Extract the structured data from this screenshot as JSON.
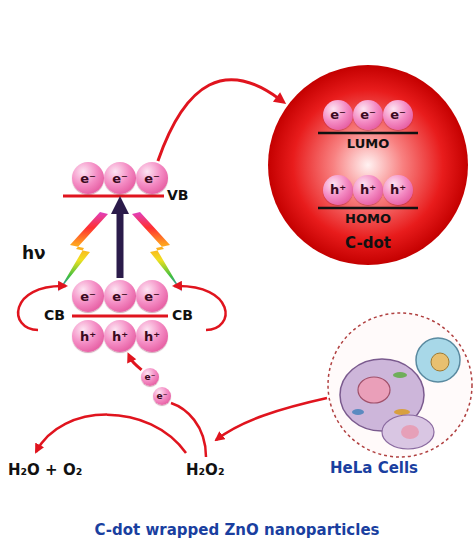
{
  "diagram": {
    "caption": "C-dot wrapped ZnO nanoparticles",
    "nodes": [
      {
        "text": [
          "e⁻"
        ]
      },
      {
        "text": [
          "e⁻"
        ]
      },
      {
        "text": [
          "e⁻"
        ]
      },
      {
        "text": [
          "C-dot"
        ]
      },
      {
        "text": [
          "e⁻"
        ],
        "in": 3
      },
      {
        "text": [
          "e⁻"
        ],
        "in": 3
      },
      {
        "text": [
          "e⁻"
        ],
        "in": 3
      },
      {
        "text": [
          "h⁺"
        ],
        "in": 3
      },
      {
        "text": [
          "h⁺"
        ],
        "in": 3
      },
      {
        "text": [
          "h⁺"
        ],
        "in": 3
      },
      {
        "text": [
          "e⁻"
        ]
      },
      {
        "text": [
          "e⁻"
        ]
      },
      {
        "text": [
          "e⁻"
        ]
      },
      {
        "text": [
          "h⁺"
        ]
      },
      {
        "text": [
          "h⁺"
        ]
      },
      {
        "text": [
          "h⁺"
        ]
      },
      {
        "text": [
          "e⁻"
        ]
      },
      {
        "text": [
          "e⁻"
        ]
      },
      {
        "text": [
          "HeLa Cells"
        ]
      }
    ],
    "edges": [
      {
        "from": 2,
        "to": 3,
        "arrow": "to"
      },
      {
        "from": 11,
        "to": 1,
        "arrow": "to"
      },
      {
        "from": 16,
        "to": 14,
        "arrow": "to"
      }
    ],
    "labels": [
      "VB",
      "LUMO",
      "HOMO",
      "hν",
      "CB",
      "CB",
      "H₂O + O₂",
      "H₂O₂"
    ]
  }
}
